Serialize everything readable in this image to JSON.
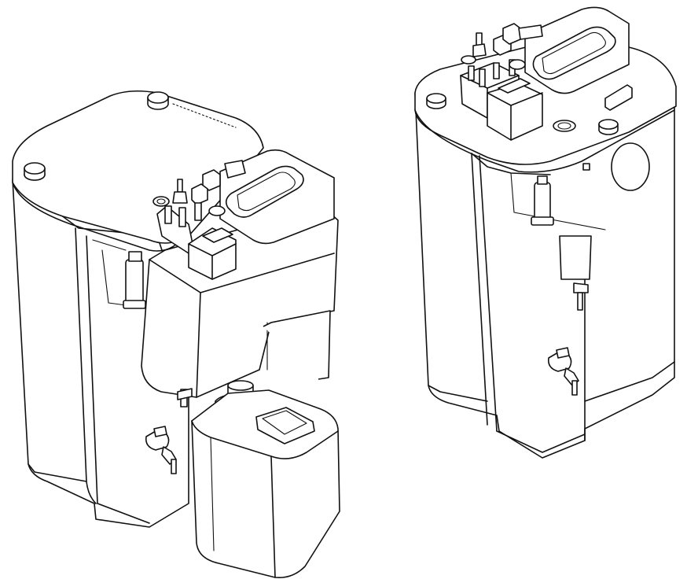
{
  "figure": {
    "kind": "line-art product illustration",
    "line_color": "#111111",
    "background": "#ffffff",
    "units": [
      {
        "id": "unit-with-canister",
        "parts": [
          "housing",
          "lid",
          "knob",
          "fitting-block",
          "filter-cap",
          "drain-valve",
          "hose-nozzle",
          "collection-canister"
        ]
      },
      {
        "id": "unit-standalone",
        "parts": [
          "housing",
          "lid",
          "knob",
          "fitting-block",
          "filter-cap",
          "drain-valve",
          "hose-nozzle",
          "sight-window"
        ]
      }
    ]
  }
}
